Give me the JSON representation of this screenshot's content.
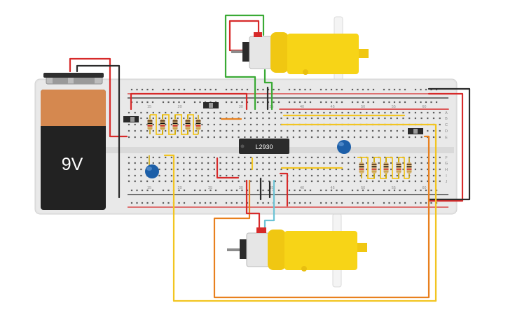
{
  "battery": {
    "label": "9V"
  },
  "chip": {
    "label": "L2930"
  },
  "breadboard": {
    "column_numbers_top": [
      "15",
      "20",
      "25",
      "30",
      "35",
      "40",
      "45",
      "50",
      "55",
      "60"
    ],
    "column_numbers_bottom": [
      "15",
      "20",
      "25",
      "30",
      "35",
      "40",
      "45",
      "50",
      "55",
      "60"
    ],
    "row_letters_top": [
      "A",
      "B",
      "C",
      "D",
      "E"
    ],
    "row_letters_bottom": [
      "F",
      "G",
      "H",
      "I",
      "J"
    ]
  },
  "colors": {
    "red_wire": "#d72a2a",
    "black_wire": "#2b2b2b",
    "green_wire": "#3aaa35",
    "yellow_wire": "#f2c521",
    "orange_wire": "#e8801e",
    "cyan_wire": "#6cc3d5",
    "breadboard": "#e6e6e6",
    "motor_yellow": "#f7d417",
    "capacitor_blue": "#1d5fa8"
  }
}
